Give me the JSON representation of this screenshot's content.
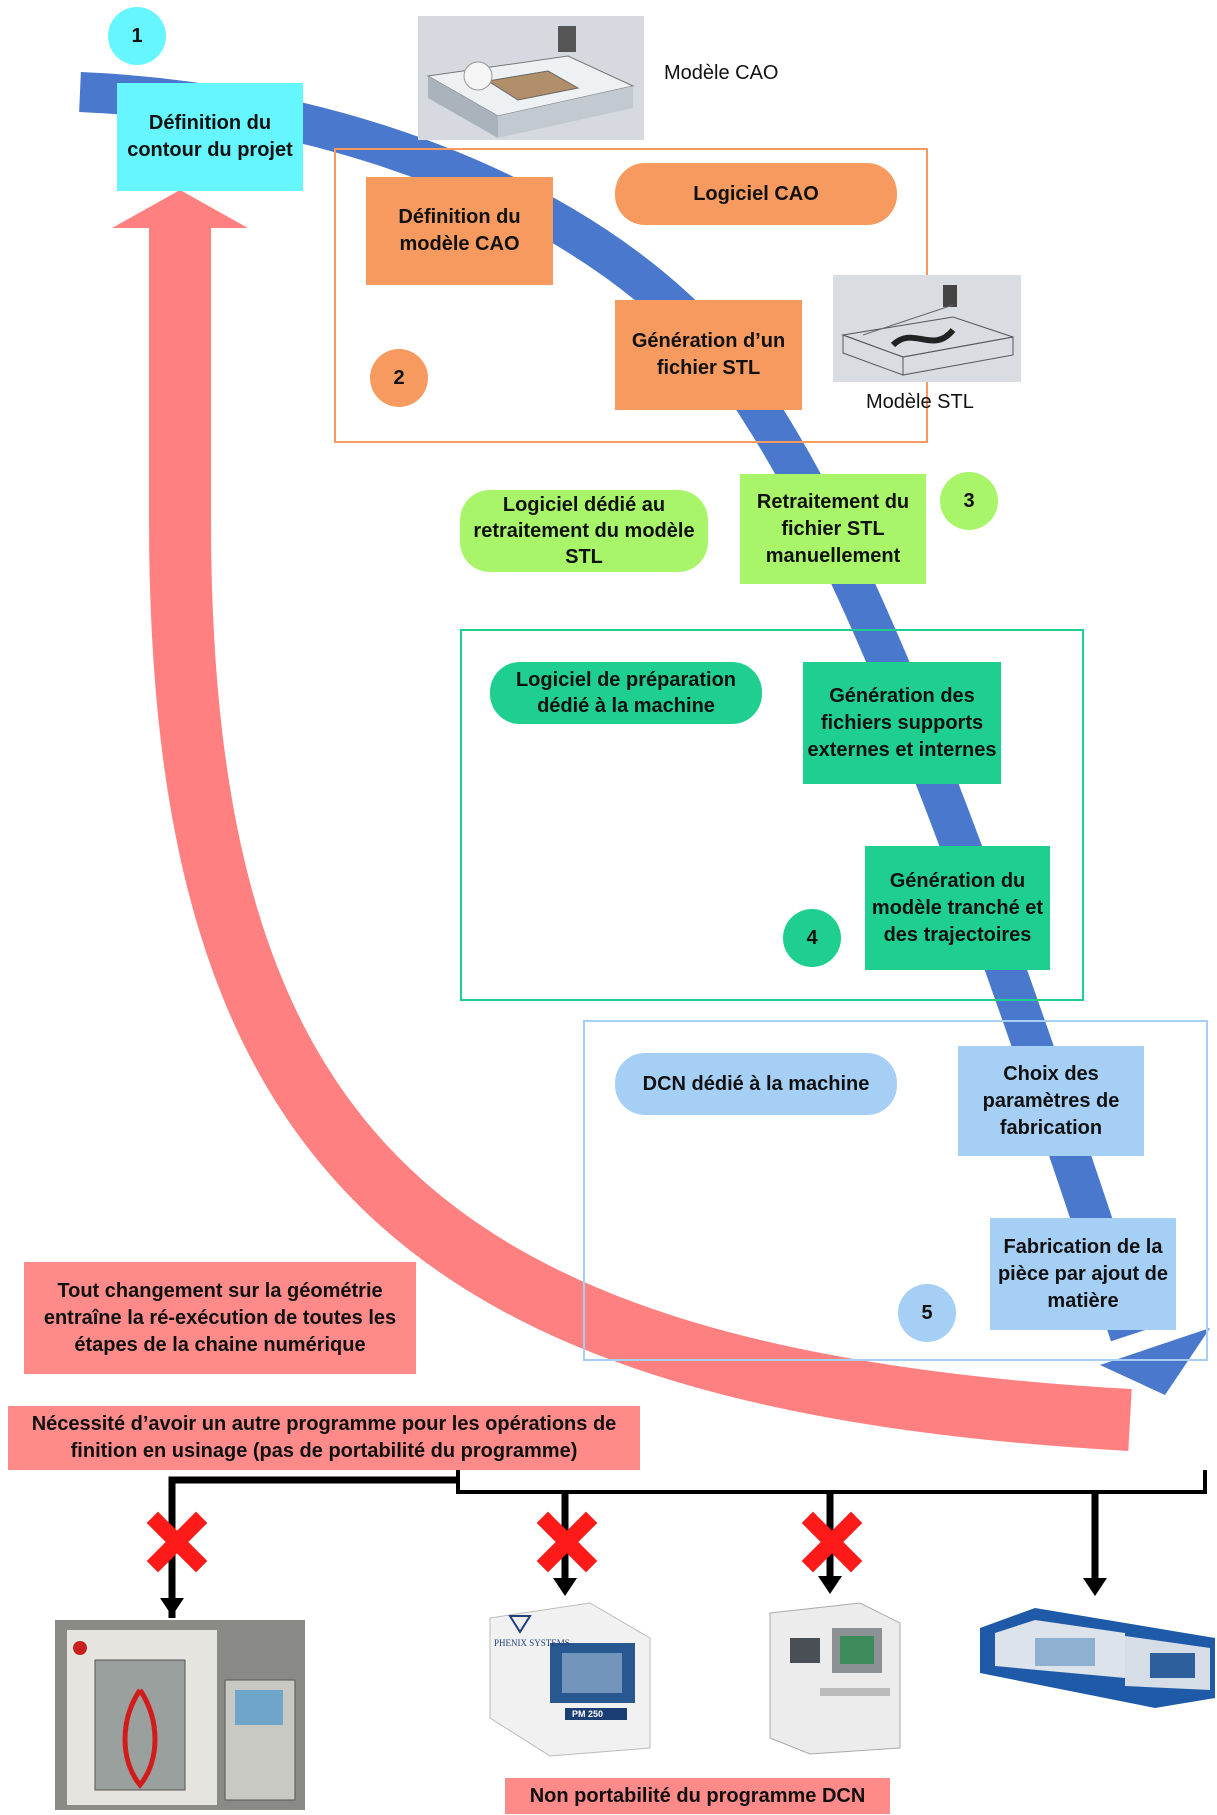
{
  "colors": {
    "flow_arrow": "#4a78cc",
    "feedback_arrow": "#ff8080",
    "step1": "#66f6ff",
    "step2": "#f79a5f",
    "step3": "#a9f56a",
    "step4": "#1fcf8f",
    "step5": "#a6cff6",
    "note": "#ff8a8a",
    "cross": "#ff1a1a"
  },
  "step1": {
    "number": "1",
    "box": "Définition du contour du projet"
  },
  "step2": {
    "number": "2",
    "cad_model_caption": "Modèle CAO",
    "software": "Logiciel CAO",
    "box_define": "Définition du modèle CAO",
    "box_stl": "Génération d’un fichier STL",
    "stl_model_caption": "Modèle STL"
  },
  "step3": {
    "number": "3",
    "software": "Logiciel dédié au retraitement du modèle STL",
    "box": "Retraitement du fichier STL manuellement"
  },
  "step4": {
    "number": "4",
    "software": "Logiciel de préparation dédié à la machine",
    "box_supports": "Génération des fichiers supports externes et internes",
    "box_slices": "Génération du modèle tranché et des trajectoires"
  },
  "step5": {
    "number": "5",
    "software": "DCN dédié à la machine",
    "box_params": "Choix des paramètres de fabrication",
    "box_build": "Fabrication de la pièce par ajout de matière"
  },
  "notes": {
    "geometry_change": "Tout changement sur la géométrie entraîne la ré-exécution de toutes les étapes de la chaine numérique",
    "finishing": "Nécessité d’avoir un autre programme pour les opérations de finition en usinage (pas de portabilité du programme)",
    "dcn_portability": "Non portabilité du programme DCN"
  },
  "machines": {
    "pm250_brand": "PHENIX SYSTEMS",
    "pm250_model": "PM 250"
  }
}
